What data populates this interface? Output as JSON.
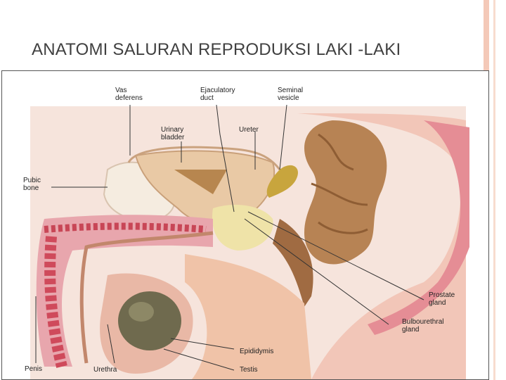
{
  "slide": {
    "title": "ANATOMI SALURAN REPRODUKSI LAKI -LAKI"
  },
  "diagram": {
    "labels": {
      "vas_deferens": [
        "Vas",
        "deferens"
      ],
      "ejaculatory_duct": [
        "Ejaculatory",
        "duct"
      ],
      "seminal_vesicle": [
        "Seminal",
        "vesicle"
      ],
      "urinary_bladder": [
        "Urinary",
        "bladder"
      ],
      "ureter": [
        "Ureter"
      ],
      "pubic_bone": [
        "Pubic",
        "bone"
      ],
      "prostate_gland": [
        "Prostate",
        "gland"
      ],
      "bulbourethral_gland": [
        "Bulbourethral",
        "gland"
      ],
      "epididymis": [
        "Epididymis"
      ],
      "penis": [
        "Penis"
      ],
      "urethra": [
        "Urethra"
      ],
      "testis": [
        "Testis"
      ]
    },
    "colors": {
      "background_tissue": "#f3d8cf",
      "muscle_red": "#d24a5a",
      "flesh": "#e9b78f",
      "brown": "#b9824f",
      "bladder": "#e8c8a6",
      "bone": "#f5ece0",
      "testis_dark": "#6f6a4e",
      "prostate": "#efe3a8",
      "vesicle": "#c6a63e",
      "pelvic_pink": "#e79aa2",
      "leader_line": "#333333",
      "slide_accent": "#f4c9b8"
    }
  }
}
